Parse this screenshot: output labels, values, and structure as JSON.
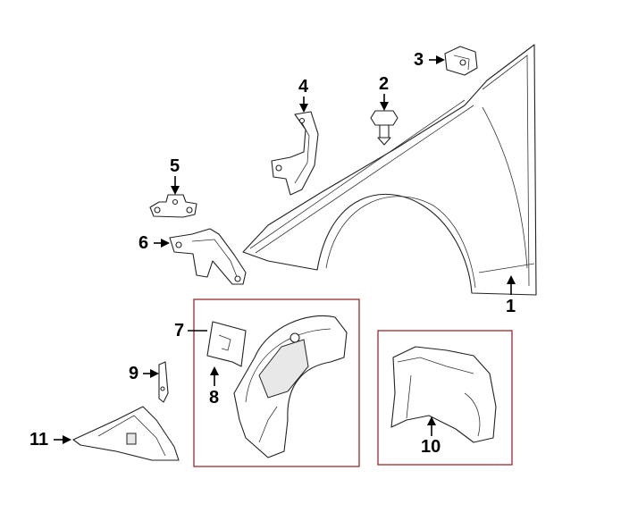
{
  "diagram": {
    "callouts": [
      {
        "id": "1",
        "label": "1"
      },
      {
        "id": "2",
        "label": "2"
      },
      {
        "id": "3",
        "label": "3"
      },
      {
        "id": "4",
        "label": "4"
      },
      {
        "id": "5",
        "label": "5"
      },
      {
        "id": "6",
        "label": "6"
      },
      {
        "id": "7",
        "label": "7"
      },
      {
        "id": "8",
        "label": "8"
      },
      {
        "id": "9",
        "label": "9"
      },
      {
        "id": "10",
        "label": "10"
      },
      {
        "id": "11",
        "label": "11"
      }
    ],
    "colors": {
      "group_box": "#9b2a2a",
      "line": "#222222"
    }
  }
}
